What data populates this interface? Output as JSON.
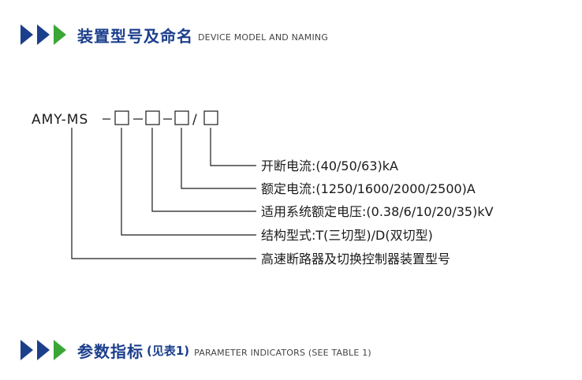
{
  "naming_section": {
    "title_cn": "装置型号及命名",
    "title_en": "DEVICE MODEL AND NAMING"
  },
  "model": {
    "prefix": "AMY-MS",
    "separator_slash": "/",
    "descriptions": [
      "开断电流:(40/50/63)kA",
      "额定电流:(1250/1600/2000/2500)A",
      "适用系统额定电压:(0.38/6/10/20/35)kV",
      "结构型式:T(三切型)/D(双切型)",
      "高速断路器及切换控制器装置型号"
    ]
  },
  "params_section": {
    "title_cn": "参数指标",
    "title_sub": "(见表1)",
    "title_en": "PARAMETER INDICATORS (SEE TABLE 1)"
  },
  "colors": {
    "heading_blue": "#1c3f8c",
    "arrow_dark": "#1c3f8c",
    "arrow_green": "#3aa636"
  },
  "icons": {
    "heading_marker": "triple-chevron-arrow-icon"
  }
}
